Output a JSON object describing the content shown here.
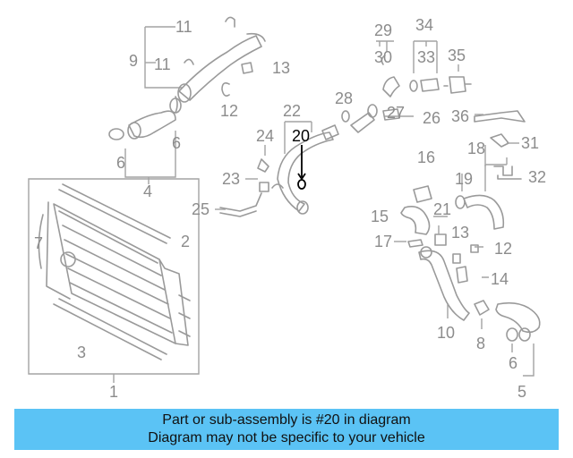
{
  "diagram": {
    "highlighted_part": "20",
    "callouts": [
      "11",
      "9",
      "11",
      "13",
      "12",
      "6",
      "6",
      "4",
      "1",
      "2",
      "3",
      "7",
      "22",
      "20",
      "24",
      "23",
      "25",
      "28",
      "29",
      "30",
      "34",
      "33",
      "35",
      "27",
      "26",
      "36",
      "31",
      "18",
      "32",
      "16",
      "19",
      "15",
      "21",
      "17",
      "13",
      "12",
      "14",
      "10",
      "8",
      "6",
      "5"
    ]
  },
  "banner": {
    "line1": "Part or sub-assembly is #20 in diagram",
    "line2": "Diagram may not be specific to your vehicle",
    "background": "#5bc3f5"
  }
}
